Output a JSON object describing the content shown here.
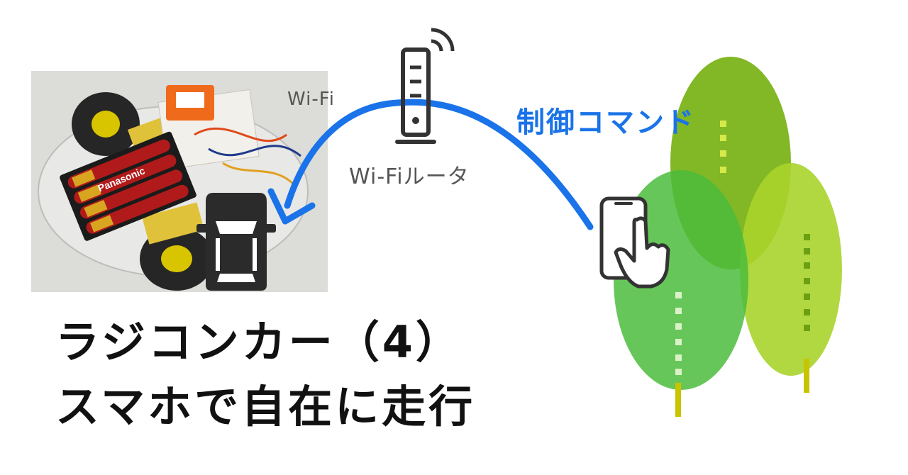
{
  "labels": {
    "wifi": "Wi-Fi",
    "router": "Wi-Fiルータ",
    "control_command": "制御コマンド"
  },
  "photo": {
    "battery_brand": "Panasonic"
  },
  "title": {
    "line1": "ラジコンカー（4）",
    "line2": "スマホで自在に走行"
  },
  "colors": {
    "arrow": "#1a73e8",
    "command_text": "#1a73e8",
    "tree_dark": "#7bb319",
    "tree_mid": "#4cbc3c",
    "tree_light": "#a9d42b",
    "trunk": "#c8c400"
  },
  "icons": [
    "router-icon",
    "car-icon",
    "smartphone-tap-icon"
  ]
}
